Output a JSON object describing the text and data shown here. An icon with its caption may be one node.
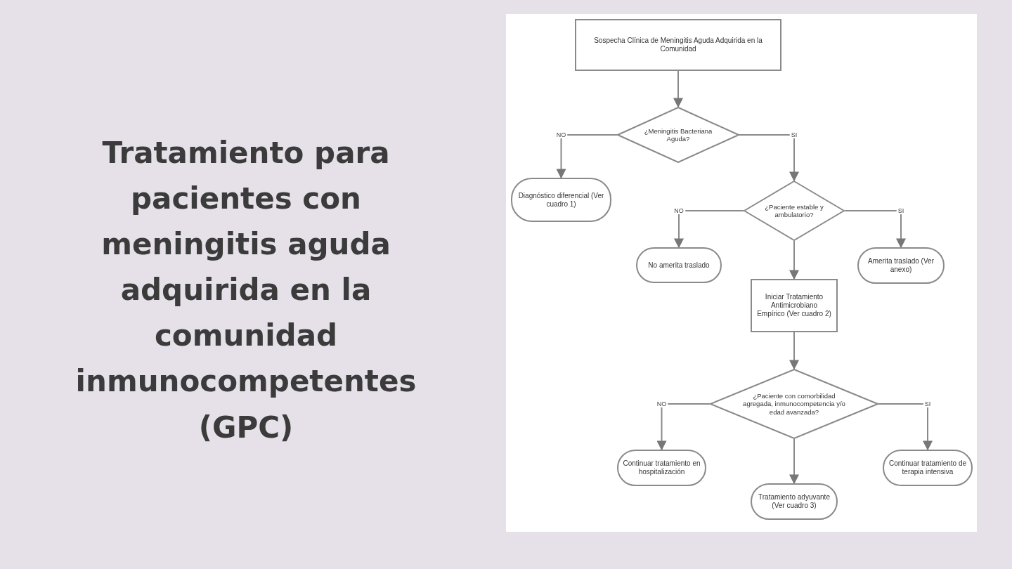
{
  "diagram": {
    "title": "Tratamiento para pacientes con meningitis aguda adquirida en la comunidad inmunocompetentes (GPC)",
    "nodes": [
      {
        "text": [
          "Sospecha Clínica de Meningitis Aguda Adquirida en la Comunidad"
        ]
      },
      {
        "text": [
          "¿Meningitis Bacteriana Aguda?"
        ]
      },
      {
        "text": [
          "Diagnóstico diferencial (Ver cuadro 1)"
        ]
      },
      {
        "text": [
          "¿Paciente estable y ambulatorio?"
        ]
      },
      {
        "text": [
          "No amerita traslado"
        ]
      },
      {
        "text": [
          "Amerita traslado (Ver anexo)"
        ]
      },
      {
        "text": [
          "Iniciar Tratamiento Antimicrobiano Empírico (Ver cuadro 2)"
        ]
      },
      {
        "text": [
          "¿Paciente con comorbilidad agregada, inmunocompetencia y/o edad avanzada?"
        ]
      },
      {
        "text": [
          "Continuar tratamiento en hospitalización"
        ]
      },
      {
        "text": [
          "Tratamiento adyuvante (Ver cuadro 3)"
        ]
      },
      {
        "text": [
          "Continuar tratamiento de terapia intensiva"
        ]
      }
    ],
    "edges": [
      {
        "from": 0,
        "to": 1,
        "arrow": "to"
      },
      {
        "from": 1,
        "to": 2,
        "arrow": "to",
        "label": "NO"
      },
      {
        "from": 1,
        "to": 3,
        "arrow": "to",
        "label": "SI"
      },
      {
        "from": 3,
        "to": 4,
        "arrow": "to",
        "label": "NO"
      },
      {
        "from": 3,
        "to": 6,
        "arrow": "to"
      },
      {
        "from": 3,
        "to": 5,
        "arrow": "to",
        "label": "SI"
      },
      {
        "from": 6,
        "to": 7,
        "arrow": "to"
      },
      {
        "from": 7,
        "to": 8,
        "arrow": "to",
        "label": "NO"
      },
      {
        "from": 7,
        "to": 9,
        "arrow": "to"
      },
      {
        "from": 7,
        "to": 10,
        "arrow": "to",
        "label": "SI"
      }
    ]
  }
}
